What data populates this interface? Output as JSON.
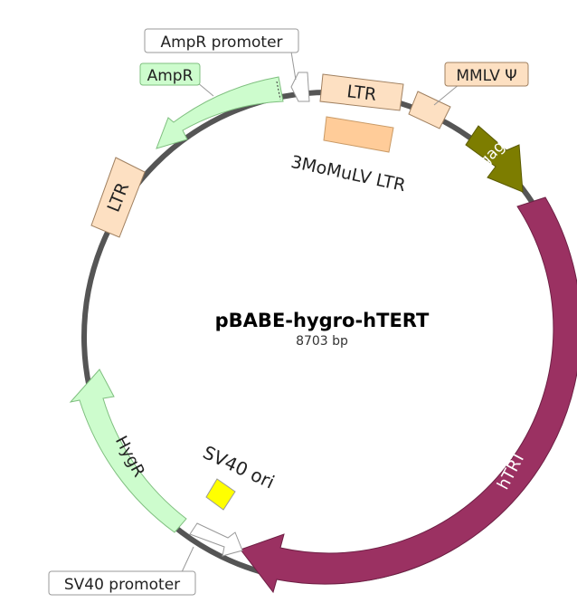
{
  "plasmid": {
    "name": "pBABE-hygro-hTERT",
    "size_label": "8703 bp",
    "backbone_color": "#555555"
  },
  "features": {
    "ltr_top": {
      "label": "LTR",
      "color": "#fde0c2"
    },
    "mmlv_psi": {
      "label": "MMLV Ψ",
      "color": "#fde0c2"
    },
    "gag": {
      "label": "gag",
      "color": "#7d7d00"
    },
    "htrt": {
      "label": "hTRT",
      "color": "#9b3162"
    },
    "sv40_promoter": {
      "label": "SV40 promoter",
      "color": "#ffffff"
    },
    "sv40_ori": {
      "label": "SV40 ori",
      "color": "#ffff00"
    },
    "hygr": {
      "label": "HygR",
      "color": "#cdfccd"
    },
    "ltr_left": {
      "label": "LTR",
      "color": "#fde0c2"
    },
    "ampr": {
      "label": "AmpR",
      "color": "#cdfccd"
    },
    "ampr_promoter": {
      "label": "AmpR promoter",
      "color": "#ffffff"
    },
    "momulv_ltr": {
      "label": "3MoMuLV LTR",
      "color": "#ffcc99"
    }
  }
}
